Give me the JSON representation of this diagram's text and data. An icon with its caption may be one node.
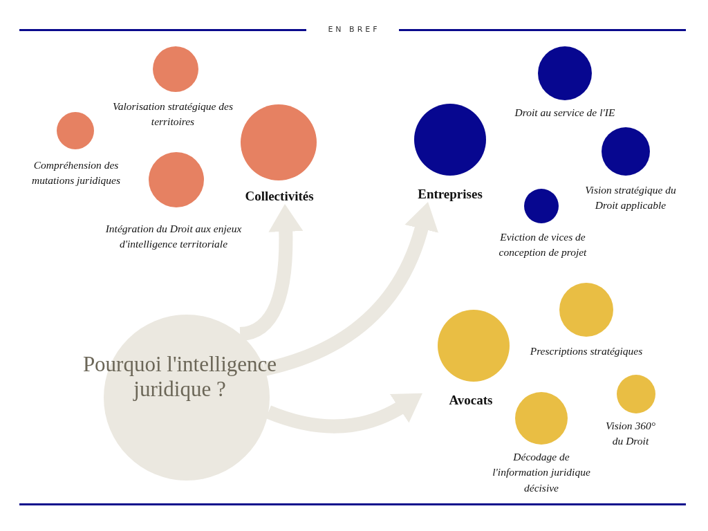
{
  "diagram": {
    "nodes": [
      {
        "text": [
          "Pourquoi l'intelligence juridique ?"
        ]
      },
      {
        "text": [
          "Collectivités"
        ]
      },
      {
        "text": [
          "Valorisation stratégique des territoires"
        ]
      },
      {
        "text": [
          "Compréhension des mutations juridiques"
        ]
      },
      {
        "text": [
          "Intégration du Droit aux enjeux d'intelligence territoriale"
        ]
      },
      {
        "text": [
          "Entreprises"
        ]
      },
      {
        "text": [
          "Droit au service de l'IE"
        ]
      },
      {
        "text": [
          "Vision stratégique du Droit applicable"
        ]
      },
      {
        "text": [
          "Eviction de vices de conception de projet"
        ]
      },
      {
        "text": [
          "Avocats"
        ]
      },
      {
        "text": [
          "Prescriptions stratégiques"
        ]
      },
      {
        "text": [
          "Vision 360° du Droit"
        ]
      },
      {
        "text": [
          "Décodage de l'information juridique décisive"
        ]
      }
    ],
    "edges": [
      {
        "from": 0,
        "to": 1,
        "arrow": "to"
      },
      {
        "from": 0,
        "to": 5,
        "arrow": "to"
      },
      {
        "from": 0,
        "to": 9,
        "arrow": "to"
      }
    ],
    "labels": [
      "EN BREF"
    ]
  }
}
